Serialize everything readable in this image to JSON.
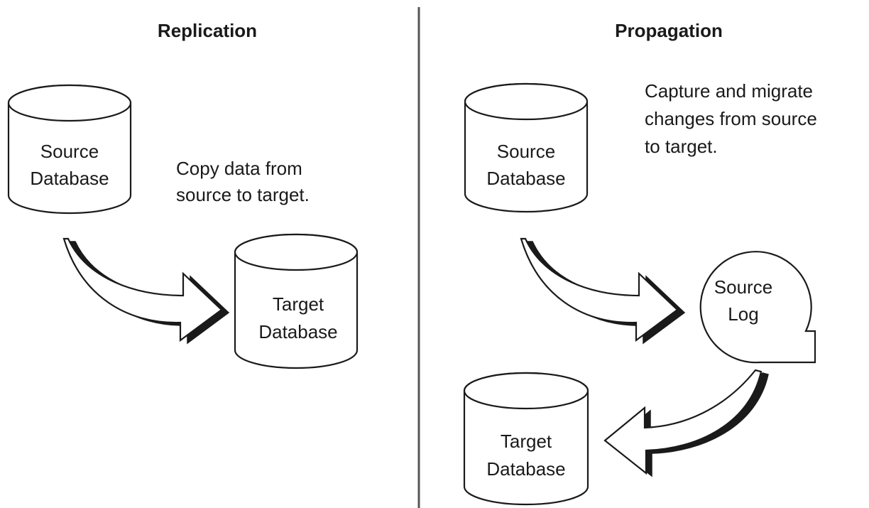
{
  "replication": {
    "title": "Replication",
    "source_db": [
      "Source",
      "Database"
    ],
    "note": [
      "Copy data from",
      "source to target."
    ],
    "target_db": [
      "Target",
      "Database"
    ]
  },
  "propagation": {
    "title": "Propagation",
    "source_db": [
      "Source",
      "Database"
    ],
    "note": [
      "Capture and migrate",
      "changes from source",
      "to target."
    ],
    "source_log": [
      "Source",
      "Log"
    ],
    "target_db": [
      "Target",
      "Database"
    ]
  },
  "colors": {
    "ink": "#1a1a1a",
    "background": "#ffffff"
  }
}
